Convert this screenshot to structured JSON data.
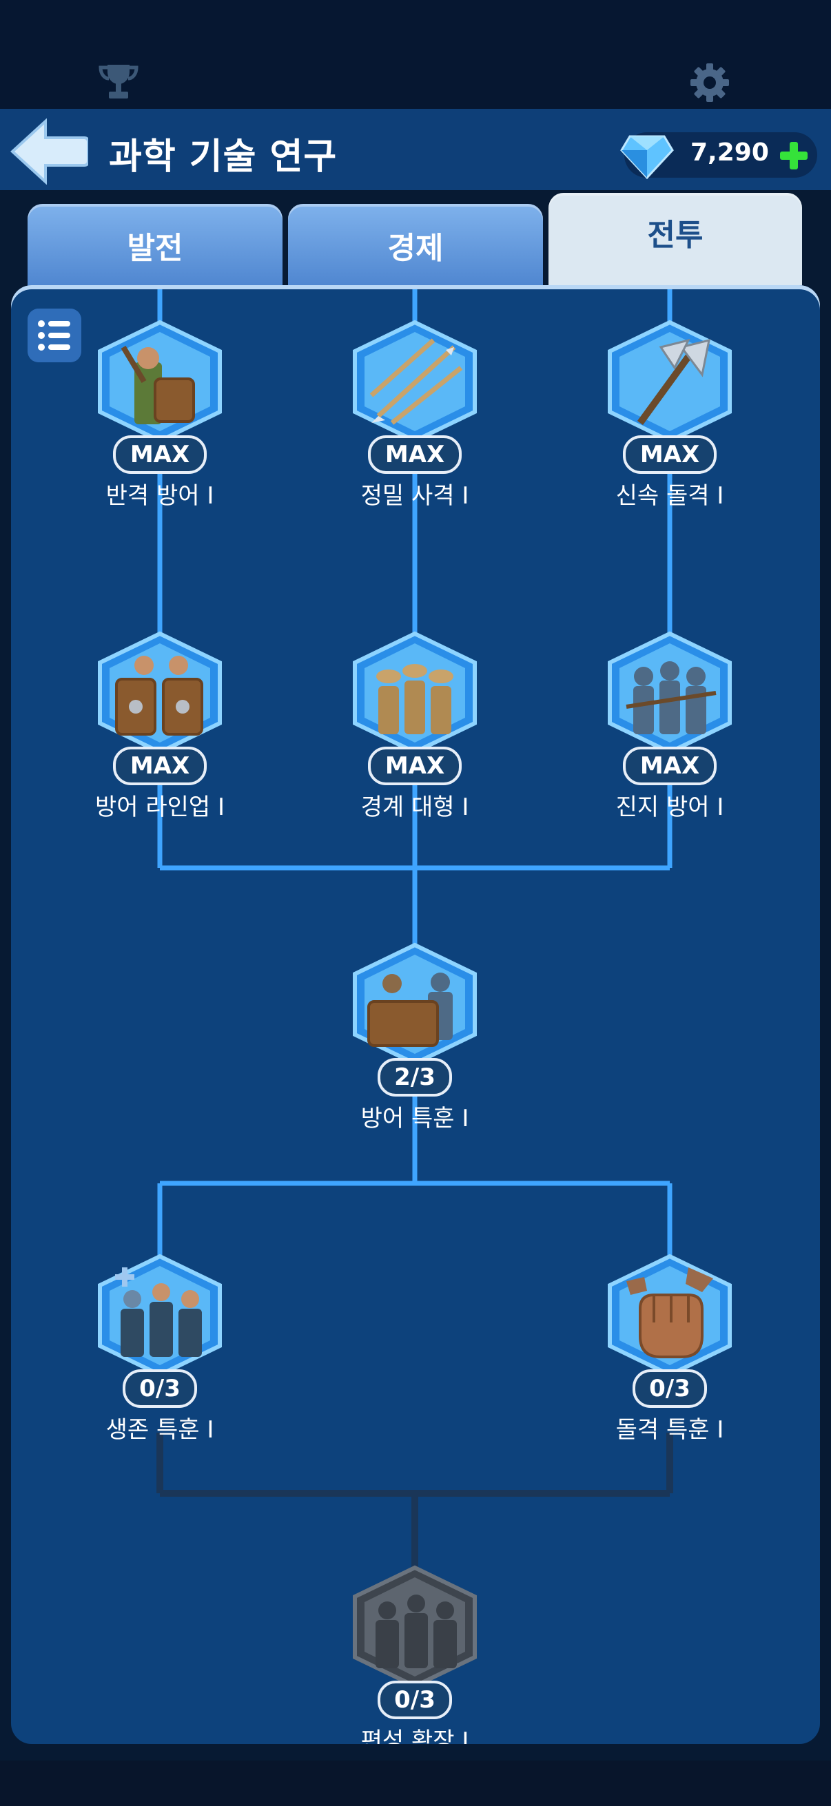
{
  "header": {
    "title": "과학 기술 연구",
    "gems": "7,290"
  },
  "tabs": [
    {
      "label": "발전"
    },
    {
      "label": "경제"
    },
    {
      "label": "전투"
    }
  ],
  "nodes": [
    {
      "label": "반격 방어 Ⅰ",
      "level": "MAX"
    },
    {
      "label": "정밀 사격 Ⅰ",
      "level": "MAX"
    },
    {
      "label": "신속 돌격 Ⅰ",
      "level": "MAX"
    },
    {
      "label": "방어 라인업 Ⅰ",
      "level": "MAX"
    },
    {
      "label": "경계 대형 Ⅰ",
      "level": "MAX"
    },
    {
      "label": "진지 방어 Ⅰ",
      "level": "MAX"
    },
    {
      "label": "방어 특훈 Ⅰ",
      "level": "2/3"
    },
    {
      "label": "생존 특훈 Ⅰ",
      "level": "0/3"
    },
    {
      "label": "돌격 특훈 Ⅰ",
      "level": "0/3"
    },
    {
      "label": "편성 확장 Ⅰ",
      "level": "0/3"
    }
  ],
  "colors": {
    "accent": "#3fa5ff",
    "panel": "#0d427c",
    "locked": "#555c66",
    "plus": "#35e23a"
  }
}
